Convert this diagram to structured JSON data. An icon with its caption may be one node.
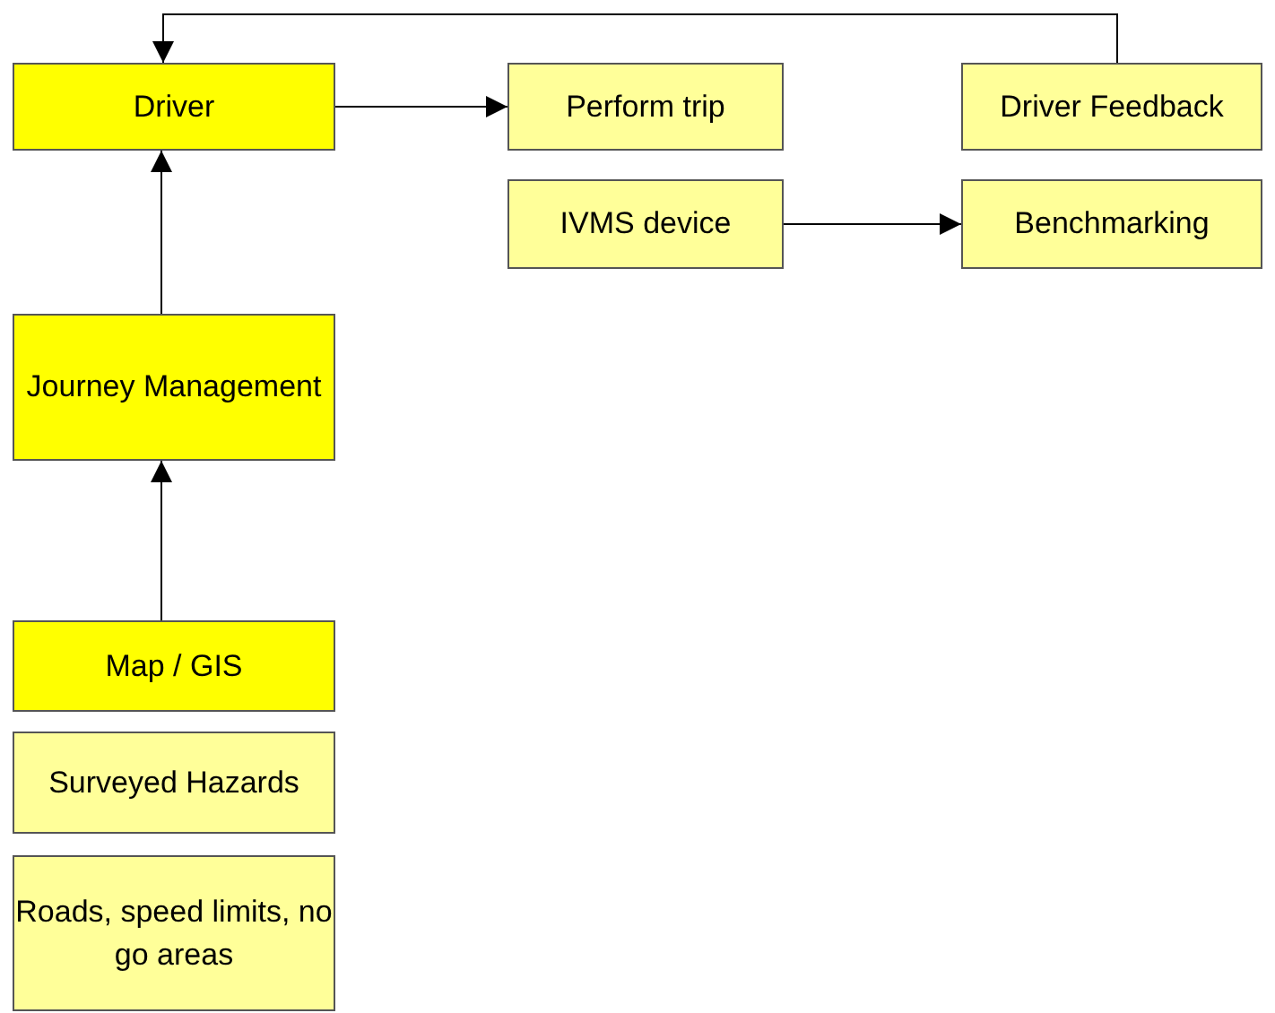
{
  "diagram": {
    "nodes": [
      {
        "text": [
          "Driver"
        ]
      },
      {
        "text": [
          "Perform trip"
        ]
      },
      {
        "text": [
          "Driver Feedback"
        ]
      },
      {
        "text": [
          "IVMS device"
        ]
      },
      {
        "text": [
          "Benchmarking"
        ]
      },
      {
        "text": [
          "Journey Management"
        ]
      },
      {
        "text": [
          "Map / GIS"
        ]
      },
      {
        "text": [
          "Surveyed Hazards"
        ]
      },
      {
        "text": [
          "Roads, speed limits, no go areas"
        ]
      }
    ],
    "edges": [
      {
        "from": 0,
        "to": 1,
        "arrow": "to"
      },
      {
        "from": 2,
        "to": 0,
        "arrow": "to"
      },
      {
        "from": 3,
        "to": 4,
        "arrow": "to"
      },
      {
        "from": 5,
        "to": 0,
        "arrow": "to"
      },
      {
        "from": 6,
        "to": 5,
        "arrow": "to"
      }
    ]
  }
}
